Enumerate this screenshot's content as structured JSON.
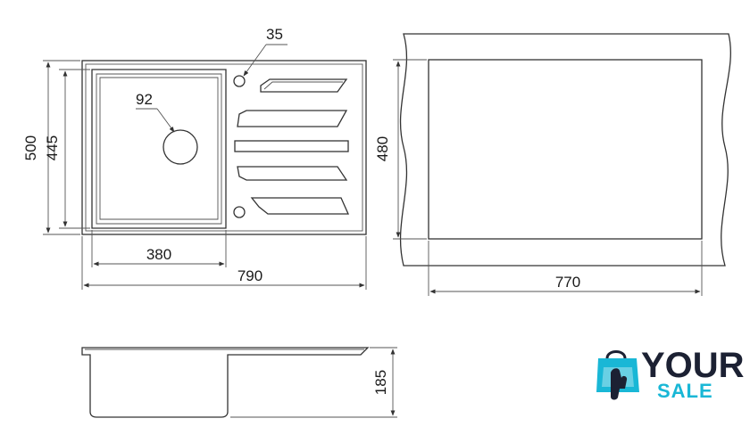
{
  "dimensions": {
    "drain_diameter": "35",
    "bowl_drain_diameter": "92",
    "total_depth": "500",
    "bowl_depth": "445",
    "bowl_width": "380",
    "total_width": "790",
    "cutout_depth": "480",
    "cutout_width": "770",
    "height": "185"
  },
  "logo": {
    "word1": "YOUR",
    "word2": "SALE",
    "colors": {
      "dark": "#1c2133",
      "accent": "#19b7d6"
    }
  }
}
